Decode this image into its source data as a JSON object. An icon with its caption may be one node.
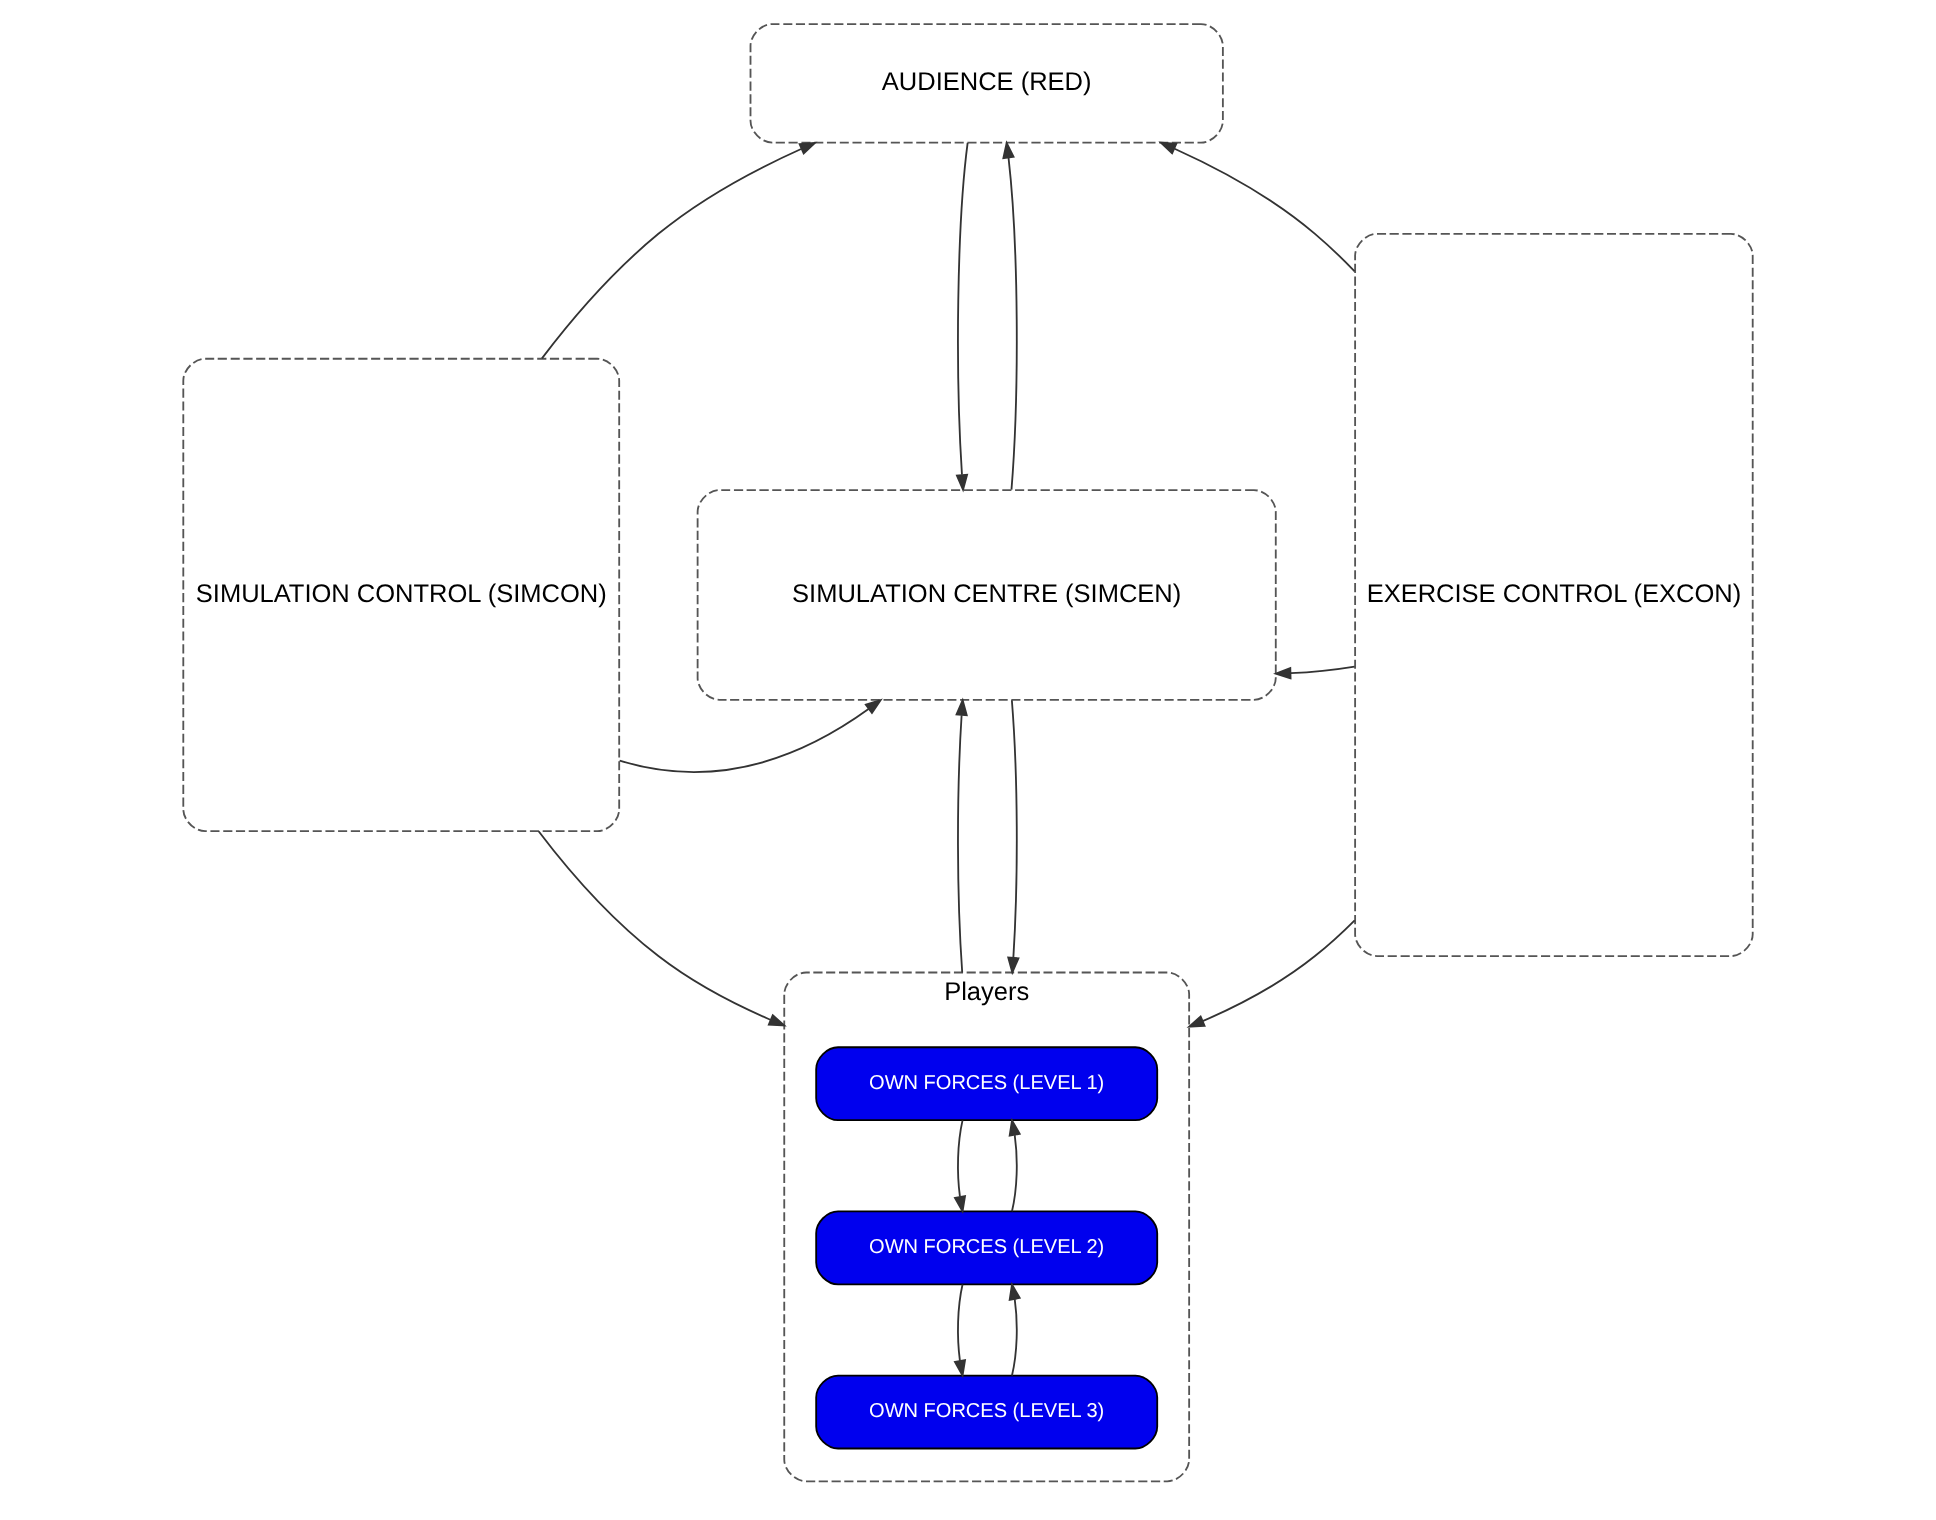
{
  "diagram": {
    "nodes": [
      {
        "text": [
          "AUDIENCE (RED)"
        ]
      },
      {
        "text": [
          "SIMULATION CONTROL (SIMCON)"
        ]
      },
      {
        "text": [
          "SIMULATION CENTRE (SIMCEN)"
        ]
      },
      {
        "text": [
          "EXERCISE CONTROL (EXCON)"
        ]
      },
      {
        "text": [
          "Players"
        ]
      },
      {
        "text": [
          "OWN FORCES (LEVEL 1)"
        ],
        "in": 4
      },
      {
        "text": [
          "OWN FORCES (LEVEL 2)"
        ],
        "in": 4
      },
      {
        "text": [
          "OWN FORCES (LEVEL 3)"
        ],
        "in": 4
      }
    ],
    "edges": [
      {
        "from": 1,
        "to": 0,
        "arrow": "to"
      },
      {
        "from": 3,
        "to": 0,
        "arrow": "to"
      },
      {
        "from": 2,
        "to": 0,
        "arrow": "to"
      },
      {
        "from": 0,
        "to": 2,
        "arrow": "to"
      },
      {
        "from": 1,
        "to": 2,
        "arrow": "to"
      },
      {
        "from": 3,
        "to": 2,
        "arrow": "to"
      },
      {
        "from": 4,
        "to": 2,
        "arrow": "to"
      },
      {
        "from": 2,
        "to": 4,
        "arrow": "to"
      },
      {
        "from": 1,
        "to": 4,
        "arrow": "to"
      },
      {
        "from": 3,
        "to": 4,
        "arrow": "to"
      },
      {
        "from": 5,
        "to": 6,
        "arrow": "to"
      },
      {
        "from": 6,
        "to": 5,
        "arrow": "to"
      },
      {
        "from": 6,
        "to": 7,
        "arrow": "to"
      },
      {
        "from": 7,
        "to": 6,
        "arrow": "to"
      }
    ]
  }
}
